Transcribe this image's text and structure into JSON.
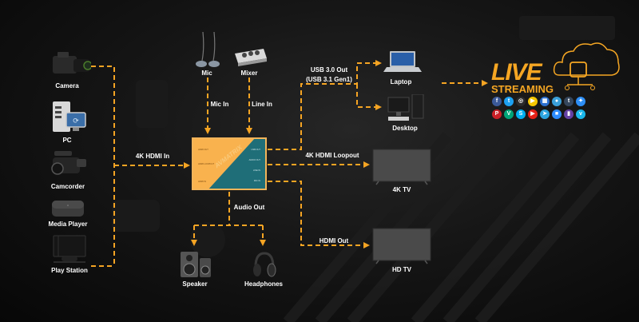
{
  "inputs": [
    {
      "label": "Camera",
      "icon": "camera-icon"
    },
    {
      "label": "PC",
      "icon": "pc-icon"
    },
    {
      "label": "Camcorder",
      "icon": "camcorder-icon"
    },
    {
      "label": "Media Player",
      "icon": "media-player-icon"
    },
    {
      "label": "Play Station",
      "icon": "play-station-icon"
    }
  ],
  "audio_inputs": [
    {
      "label": "Mic",
      "icon": "microphone-icon",
      "port_label": "Mic In"
    },
    {
      "label": "Mixer",
      "icon": "mixer-icon",
      "port_label": "Line In"
    }
  ],
  "connections": {
    "hdmi_in": "4K HDMI In",
    "usb_out_line1": "USB 3.0 Out",
    "usb_out_line2": "(USB 3.1 Gen1)",
    "hdmi_loopout": "4K HDMI Loopout",
    "audio_out": "Audio Out",
    "hdmi_out": "HDMI Out"
  },
  "center_device": {
    "brand": "AVMATRIX",
    "left_ports": [
      "HDMI OUT",
      "HDMI LOOPOUT",
      "HDMI IN"
    ],
    "right_ports": [
      "USB OUT",
      "AUDIO OUT",
      "LINE IN",
      "MIC IN"
    ],
    "colors": {
      "orange": "#f9b24e",
      "teal": "#1f6e78"
    }
  },
  "outputs": {
    "computers": [
      {
        "label": "Laptop",
        "icon": "laptop-icon"
      },
      {
        "label": "Desktop",
        "icon": "desktop-icon"
      }
    ],
    "displays": [
      {
        "label": "4K TV",
        "icon": "tv-icon"
      },
      {
        "label": "HD TV",
        "icon": "tv-icon"
      }
    ],
    "audio": [
      {
        "label": "Speaker",
        "icon": "speaker-icon"
      },
      {
        "label": "Headphones",
        "icon": "headphones-icon"
      }
    ]
  },
  "streaming": {
    "title_line1": "LIVE",
    "title_line2": "STREAMING",
    "platforms_row1": [
      {
        "name": "facebook",
        "glyph": "f",
        "color": "#3b5998"
      },
      {
        "name": "twitter",
        "glyph": "t",
        "color": "#1da1f2"
      },
      {
        "name": "obs",
        "glyph": "◎",
        "color": "#2b2b2b"
      },
      {
        "name": "youtube-gaming",
        "glyph": "▶",
        "color": "#f6c700"
      },
      {
        "name": "grid-app",
        "glyph": "▦",
        "color": "#2c6fcf"
      },
      {
        "name": "periscope",
        "glyph": "●",
        "color": "#3a9fd8"
      },
      {
        "name": "tumblr",
        "glyph": "t",
        "color": "#35465c"
      },
      {
        "name": "messenger",
        "glyph": "✦",
        "color": "#2d8ef5"
      }
    ],
    "platforms_row2": [
      {
        "name": "pinterest",
        "glyph": "P",
        "color": "#cb2027"
      },
      {
        "name": "vine",
        "glyph": "V",
        "color": "#00a478"
      },
      {
        "name": "skype",
        "glyph": "S",
        "color": "#00aff0"
      },
      {
        "name": "youtube",
        "glyph": "▶",
        "color": "#e62117"
      },
      {
        "name": "telegram",
        "glyph": "➤",
        "color": "#2ca5e0"
      },
      {
        "name": "zoom",
        "glyph": "■",
        "color": "#2d8cff"
      },
      {
        "name": "twitch",
        "glyph": "▮",
        "color": "#6441a5"
      },
      {
        "name": "vimeo",
        "glyph": "v",
        "color": "#1ab7ea"
      }
    ]
  },
  "accent_color": "#f5a423"
}
